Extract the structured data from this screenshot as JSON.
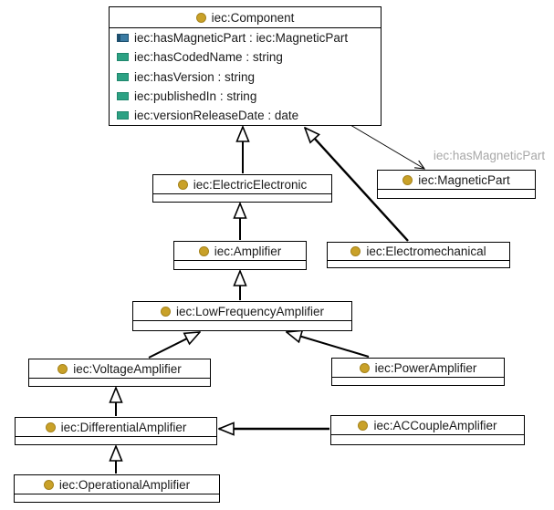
{
  "diagram": {
    "type": "uml-class-diagram",
    "colors": {
      "background": "#ffffff",
      "box_border": "#000000",
      "class_icon": "#c9a128",
      "datatype_property_icon": "#2ca183",
      "object_property_icon": "#3a7ba3",
      "edge": "#000000",
      "association_label": "#a8a8a8"
    },
    "nodes": [
      {
        "id": "component",
        "label": "iec:Component",
        "attributes": [
          {
            "icon": "object-property",
            "text": "iec:hasMagneticPart : iec:MagneticPart"
          },
          {
            "icon": "datatype-property",
            "text": "iec:hasCodedName : string"
          },
          {
            "icon": "datatype-property",
            "text": "iec:hasVersion : string"
          },
          {
            "icon": "datatype-property",
            "text": "iec:publishedIn : string"
          },
          {
            "icon": "datatype-property",
            "text": "iec:versionReleaseDate : date"
          }
        ]
      },
      {
        "id": "electricElectronic",
        "label": "iec:ElectricElectronic",
        "attributes": []
      },
      {
        "id": "magneticPart",
        "label": "iec:MagneticPart",
        "attributes": []
      },
      {
        "id": "amplifier",
        "label": "iec:Amplifier",
        "attributes": []
      },
      {
        "id": "electromechanical",
        "label": "iec:Electromechanical",
        "attributes": []
      },
      {
        "id": "lowFrequencyAmplifier",
        "label": "iec:LowFrequencyAmplifier",
        "attributes": []
      },
      {
        "id": "voltageAmplifier",
        "label": "iec:VoltageAmplifier",
        "attributes": []
      },
      {
        "id": "powerAmplifier",
        "label": "iec:PowerAmplifier",
        "attributes": []
      },
      {
        "id": "differentialAmplifier",
        "label": "iec:DifferentialAmplifier",
        "attributes": []
      },
      {
        "id": "acCoupleAmplifier",
        "label": "iec:ACCoupleAmplifier",
        "attributes": []
      },
      {
        "id": "operationalAmplifier",
        "label": "iec:OperationalAmplifier",
        "attributes": []
      }
    ],
    "edges": [
      {
        "kind": "generalization",
        "from": "electricElectronic",
        "to": "component"
      },
      {
        "kind": "generalization",
        "from": "electromechanical",
        "to": "component"
      },
      {
        "kind": "generalization",
        "from": "amplifier",
        "to": "electricElectronic"
      },
      {
        "kind": "generalization",
        "from": "lowFrequencyAmplifier",
        "to": "amplifier"
      },
      {
        "kind": "generalization",
        "from": "voltageAmplifier",
        "to": "lowFrequencyAmplifier"
      },
      {
        "kind": "generalization",
        "from": "powerAmplifier",
        "to": "lowFrequencyAmplifier"
      },
      {
        "kind": "generalization",
        "from": "differentialAmplifier",
        "to": "voltageAmplifier"
      },
      {
        "kind": "generalization",
        "from": "operationalAmplifier",
        "to": "differentialAmplifier"
      },
      {
        "kind": "generalization",
        "from": "acCoupleAmplifier",
        "to": "differentialAmplifier"
      },
      {
        "kind": "association",
        "from": "component",
        "to": "magneticPart",
        "label": "iec:hasMagneticPart"
      }
    ],
    "association": {
      "label": "iec:hasMagneticPart"
    }
  }
}
